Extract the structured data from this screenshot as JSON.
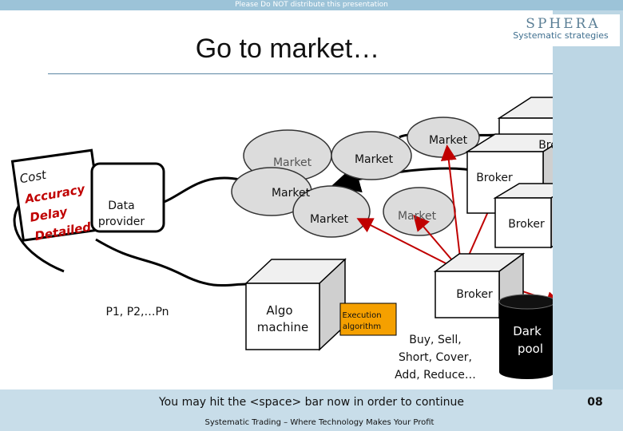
{
  "notice": "Please Do NOT distribute this presentation",
  "logo": {
    "name": "SPHERA",
    "subtitle": "Systematic strategies"
  },
  "title": "Go to market…",
  "quality_list": [
    "Cost",
    "Accuracy",
    "Delay",
    "Detailed"
  ],
  "data_provider": {
    "line1": "Data",
    "line2": "provider"
  },
  "prices_label": "P1, P2,…Pn",
  "algo_machine": {
    "line1": "Algo",
    "line2": "machine"
  },
  "execution": {
    "line1": "Execution",
    "line2": "algorithm"
  },
  "markets": [
    "Market",
    "Market",
    "Market",
    "Market",
    "Market",
    "Market"
  ],
  "brokers": [
    "Broker",
    "Broker",
    "Broker",
    "Broker"
  ],
  "orders": {
    "line1": "Buy, Sell,",
    "line2": "Short, Cover,",
    "line3": "Add, Reduce…"
  },
  "dark_pool": {
    "line1": "Dark",
    "line2": "pool"
  },
  "hint": "You may hit the <space> bar now in order to continue",
  "page_number": "08",
  "footer": "Systematic Trading – Where Technology Makes Your Profit",
  "colors": {
    "band": "#bcd6e4",
    "execution_fill": "#f5a000",
    "arrow": "#c00000",
    "rotate_arrow": "#3a86c8"
  }
}
